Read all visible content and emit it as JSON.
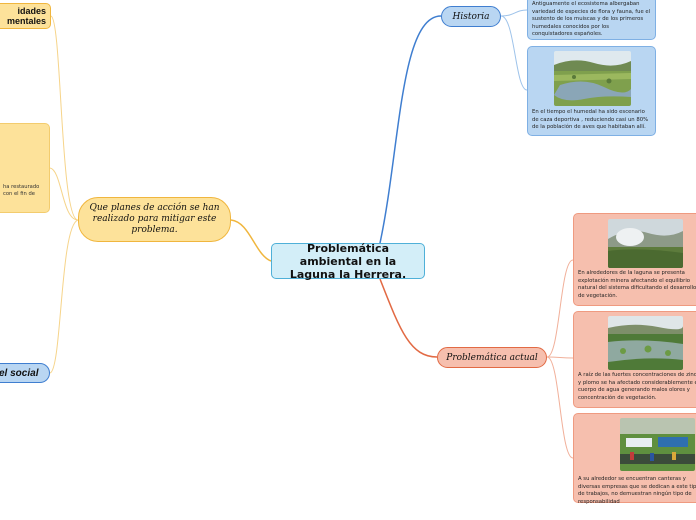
{
  "center": {
    "title": "Problemática ambiental en la Laguna la Herrera."
  },
  "branches": {
    "historia": "Historia",
    "problematica": "Problemática actual",
    "planes": "Que planes de acción se han realizado para mitigar este problema.",
    "social": "el social",
    "actividades": "idades\nmentales"
  },
  "cards": {
    "hist1": "Antiguamente el ecosistema albergaban variedad de especies de flora y fauna, fue el sustento de los muiscas y de los primeros humedales conocidos por los conquistadores españoles.",
    "hist2": "En el tiempo el humedal ha sido escenario de caza deportiva , reduciendo casi un 80% de la población de aves que habitaban allí.",
    "prob1": "En alrededores de la laguna se presenta explotación minera afectando el equilibrio natural del sistema dificultando el desarrollo de vegetación.",
    "prob2": "A raíz de las fuertes concentraciones de zinc y plomo se ha afectado considerablemente el cuerpo de agua generando malos olores y concentración de vegetación.",
    "prob3": "A su alrededor se encuentran canteras y diversas empresas que se dedican a este tipo de trabajos, no demuestran ningún tipo de responsabilidad",
    "yellow": "ha restaurado con el fin de"
  },
  "colors": {
    "blue_branch": "#3f7ed0",
    "red_branch": "#e26a44",
    "yellow_branch": "#f0b63e",
    "center_border": "#4fb0d8"
  }
}
